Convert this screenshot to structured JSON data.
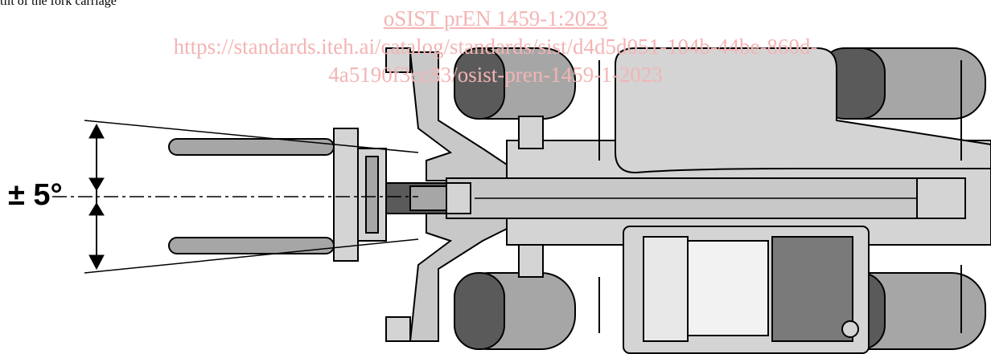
{
  "caption_fragment": "tilt of the fork carriage",
  "watermark": {
    "line1": "oSIST prEN 1459-1:2023",
    "line2": "https://standards.iteh.ai/catalog/standards/sist/d4d5d051-104b-44be-860d-",
    "line3": "4a5190f3cc83/osist-pren-1459-1-2023"
  },
  "annotation": {
    "angle": "± 5°"
  },
  "colors": {
    "watermark": "#f3b4b4",
    "light_grey": "#d4d4d4",
    "mid_grey": "#a6a6a6",
    "dark_grey": "#5a5a5a",
    "outline": "#000000"
  }
}
